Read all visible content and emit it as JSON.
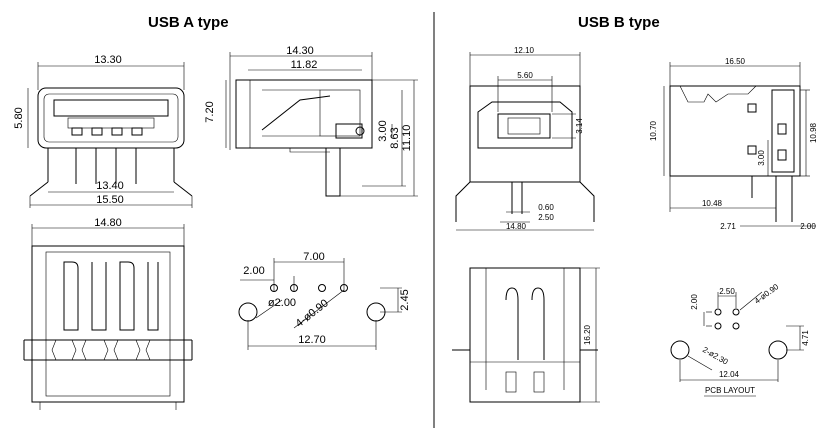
{
  "titles": {
    "a": "USB A type",
    "b": "USB B type"
  },
  "usb_a": {
    "front_view": {
      "d1": "13.30",
      "d2": "5.80",
      "d3": "13.40",
      "d4": "15.50"
    },
    "side_view": {
      "d1": "14.30",
      "d2": "11.82",
      "d3": "7.20",
      "d4": "3.00",
      "d5": "8.63",
      "d6": "11.10"
    },
    "top_view": {
      "d1": "14.80"
    },
    "pcb": {
      "d1": "7.00",
      "d2": "2.00",
      "d3": "ø2.00",
      "d4": "4-ø0.90",
      "d5": "2.45",
      "d6": "12.70"
    }
  },
  "usb_b": {
    "front_view": {
      "d1": "12.10",
      "d2": "5.60",
      "d3": "3.14",
      "d4": "0.60",
      "d5": "2.50",
      "d6": "14.80"
    },
    "side_view": {
      "d1": "16.50",
      "d2": "10.70",
      "d3": "10.98",
      "d4": "3.00",
      "d5": "10.48",
      "d6": "2.71",
      "d7": "2.00"
    },
    "top_view": {
      "d1": "16.20"
    },
    "pcb": {
      "d1": "2.50",
      "d2": "4-ø0.90",
      "d3": "2.00",
      "d4": "4.71",
      "d5": "2-ø2.30",
      "d6": "12.04",
      "caption": "PCB LAYOUT"
    }
  }
}
